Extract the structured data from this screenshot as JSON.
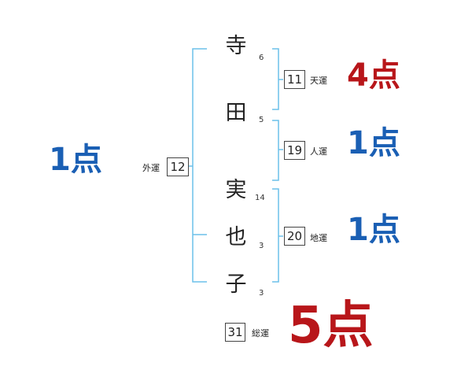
{
  "name_chars": [
    {
      "char": "寺",
      "strokes": "6"
    },
    {
      "char": "田",
      "strokes": "5"
    },
    {
      "char": "実",
      "strokes": "14"
    },
    {
      "char": "也",
      "strokes": "3"
    },
    {
      "char": "子",
      "strokes": "3"
    }
  ],
  "fortunes": {
    "gaiun": {
      "label": "外運",
      "value": "12",
      "score": "1点"
    },
    "tenun": {
      "label": "天運",
      "value": "11",
      "score": "4点"
    },
    "jinun": {
      "label": "人運",
      "value": "19",
      "score": "1点"
    },
    "chiun": {
      "label": "地運",
      "value": "20",
      "score": "1点"
    },
    "souun": {
      "label": "総運",
      "value": "31",
      "score": "5点"
    }
  },
  "colors": {
    "blue_score": "#1a5fb4",
    "red_score": "#b8161a",
    "bracket": "#6cc0ea"
  }
}
